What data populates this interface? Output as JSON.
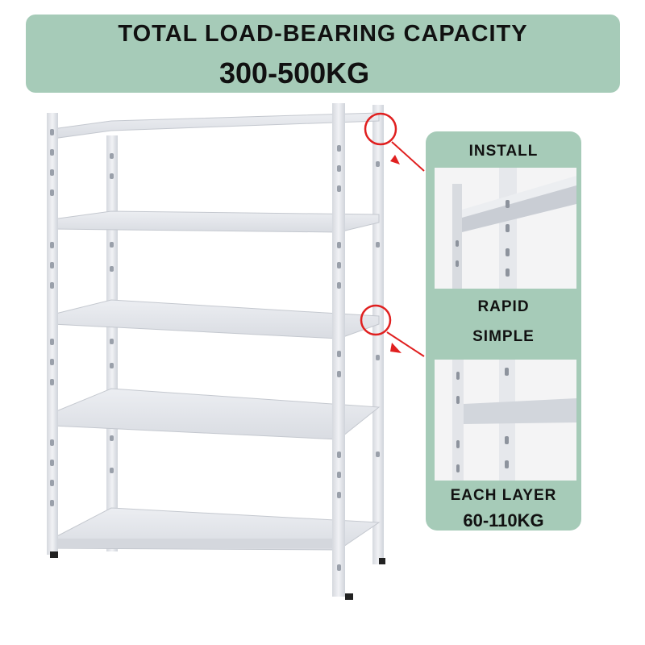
{
  "banner": {
    "title": "TOTAL LOAD-BEARING CAPACITY",
    "capacity": "300-500KG"
  },
  "side_panel": {
    "install": "INSTALL",
    "rapid": "RAPID",
    "simple": "SIMPLE",
    "each_layer": "EACH LAYER",
    "layer_capacity": "60-110KG"
  },
  "colors": {
    "banner_bg": "#a6cbb8",
    "callout_red": "#e02020",
    "shelf_metal": "#e6e8ec"
  },
  "icons": {
    "callout_circle_top": "red-circle-highlight",
    "callout_circle_mid": "red-circle-highlight",
    "arrow_top": "red-arrow",
    "arrow_mid": "red-arrow"
  }
}
